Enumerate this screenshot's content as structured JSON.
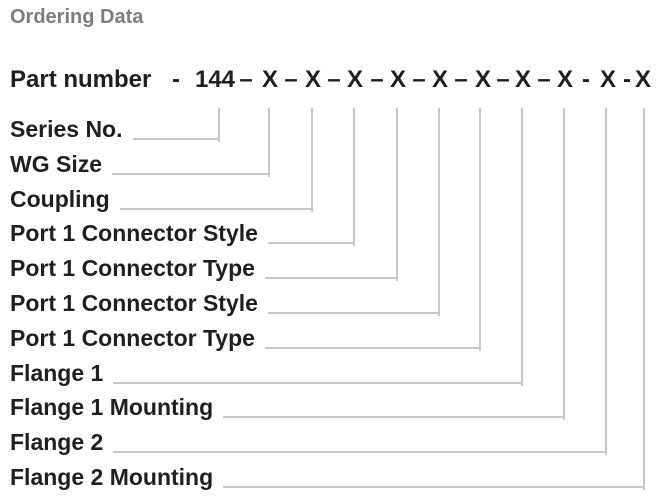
{
  "title": "Ordering Data",
  "part_number": {
    "label": "Part number",
    "separator": "-",
    "display": "144 – X – X – X – X – X – X – X – X - X -X",
    "tokens": [
      "144",
      "–",
      "X",
      "–",
      "X",
      "–",
      "X",
      "–",
      "X",
      "–",
      "X",
      "–",
      "X",
      "–",
      "X",
      "–",
      "X",
      "-",
      "X",
      "-",
      "X"
    ]
  },
  "fields": [
    {
      "label": "Series No.",
      "connects_to": "144"
    },
    {
      "label": "WG Size",
      "connects_to": "X1"
    },
    {
      "label": "Coupling",
      "connects_to": "X2"
    },
    {
      "label": "Port 1 Connector Style",
      "connects_to": "X3"
    },
    {
      "label": "Port 1 Connector Type",
      "connects_to": "X4"
    },
    {
      "label": "Port 1 Connector Style",
      "connects_to": "X5"
    },
    {
      "label": "Port 1 Connector Type",
      "connects_to": "X6"
    },
    {
      "label": "Flange 1",
      "connects_to": "X7"
    },
    {
      "label": "Flange 1 Mounting",
      "connects_to": "X8"
    },
    {
      "label": "Flange 2",
      "connects_to": "X9"
    },
    {
      "label": "Flange 2 Mounting",
      "connects_to": "X10"
    }
  ],
  "colors": {
    "text": "#1f1f1f",
    "title": "#7d7d7d",
    "leader_line": "#c8c8c8",
    "background": "#ffffff"
  }
}
